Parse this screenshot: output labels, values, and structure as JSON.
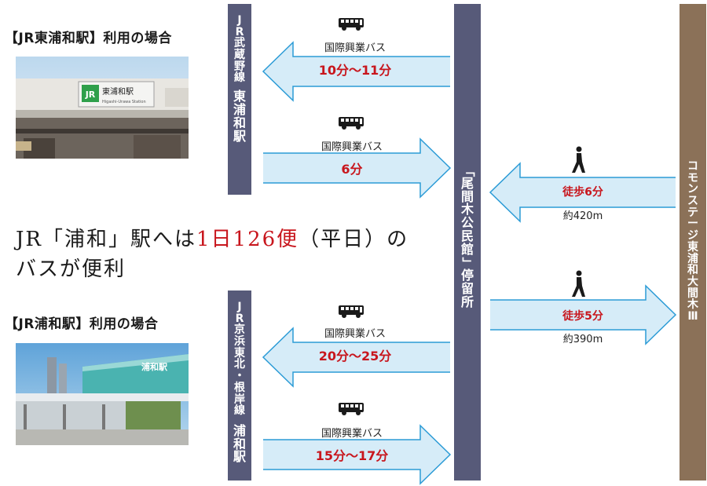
{
  "colors": {
    "station_bar": "#575a79",
    "stop_bar": "#575a79",
    "dest_bar": "#8b7158",
    "arrow_fill": "#d6ecf8",
    "arrow_stroke": "#2b9bd6",
    "accent_red": "#c8161d"
  },
  "section1": {
    "heading": "【JR東浦和駅】利用の場合",
    "line_name": "JR武蔵野線",
    "station_name": "東浦和駅",
    "sign_text": "東浦和駅",
    "sign_romaji": "Higashi-Urawa Station"
  },
  "section2": {
    "heading": "【JR浦和駅】利用の場合",
    "line_name": "JR京浜東北・根岸線",
    "station_name": "浦和駅",
    "sign_text": "浦和駅"
  },
  "promo": {
    "line1_prefix": "JR「浦和」駅へは",
    "line1_highlight": "1日126便",
    "line1_suffix": "（平日）の",
    "line2": "バスが便利"
  },
  "bus_stop": {
    "name": "「尾間木公民館」停留所"
  },
  "destination": {
    "name": "コモンステージ東浦和大間木Ⅲ"
  },
  "routes": [
    {
      "label": "国際興業バス",
      "time": "10分～11分",
      "icon": "bus-icon",
      "direction": "left"
    },
    {
      "label": "国際興業バス",
      "time": "6分",
      "icon": "bus-icon",
      "direction": "right"
    },
    {
      "label": "国際興業バス",
      "time": "20分～25分",
      "icon": "bus-icon",
      "direction": "left"
    },
    {
      "label": "国際興業バス",
      "time": "15分～17分",
      "icon": "bus-icon",
      "direction": "right"
    }
  ],
  "walks": [
    {
      "label": "徒歩6分",
      "distance": "約420m",
      "icon": "walking-person-icon",
      "direction": "left"
    },
    {
      "label": "徒歩5分",
      "distance": "約390m",
      "icon": "walking-person-icon",
      "direction": "right"
    }
  ]
}
